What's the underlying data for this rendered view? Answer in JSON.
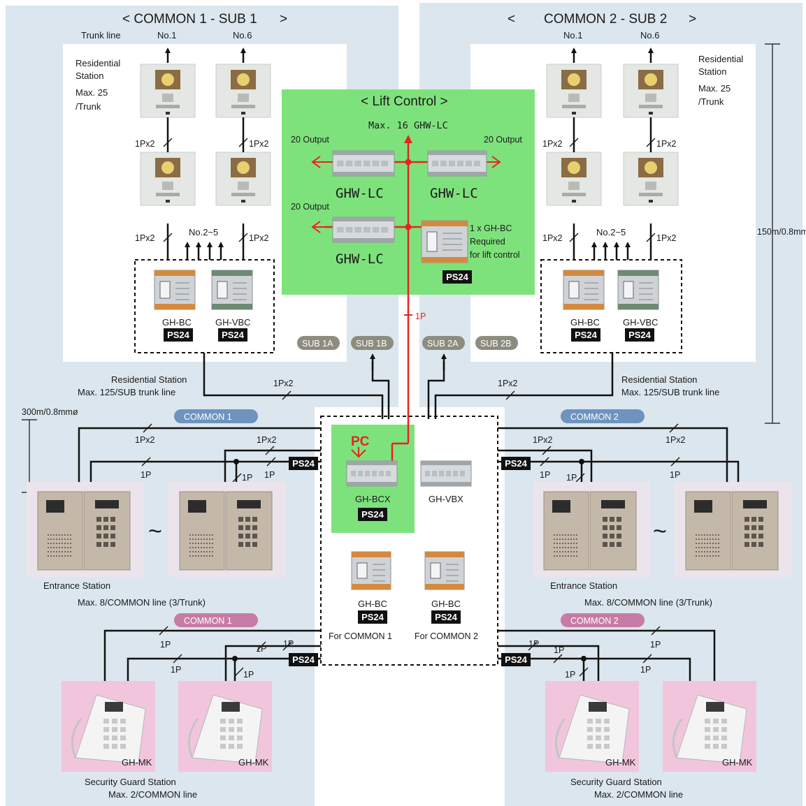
{
  "header": {
    "left_title": "< COMMON 1 - SUB 1",
    "left_title_arrow": ">",
    "right_title_arrow": "<",
    "right_title": "COMMON 2 - SUB 2",
    "right_title_arrow_end": ">"
  },
  "trunk": {
    "label": "Trunk line",
    "no1": "No.1",
    "no6": "No.6",
    "no2_5": "No.2~5"
  },
  "residential": {
    "title": "Residential",
    "title2": "Station",
    "max": "Max. 25",
    "per": "/Trunk",
    "max_sub": "Residential Station",
    "max_sub2": "Max. 125/SUB trunk line"
  },
  "wires": {
    "p1x2": "1Px2",
    "p1": "1P"
  },
  "lift": {
    "title": "< Lift Control >",
    "max": "Max. 16 GHW-LC",
    "output": "20 Output",
    "unit": "GHW-LC",
    "bc_note1": "1 x GH-BC",
    "bc_note2": "Required",
    "bc_note3": "for lift control",
    "link": "1P"
  },
  "devices": {
    "gh_bc": "GH-BC",
    "gh_vbc": "GH-VBC",
    "gh_bcx": "GH-BCX",
    "gh_vbx": "GH-VBX",
    "gh_mk": "GH-MK",
    "ps24": "PS24",
    "pc": "PC",
    "for_common1": "For COMMON 1",
    "for_common2": "For COMMON 2"
  },
  "subs": [
    "SUB 1A",
    "SUB 1B",
    "SUB 2A",
    "SUB 2B"
  ],
  "commons": {
    "c1": "COMMON 1",
    "c2": "COMMON 2"
  },
  "distances": {
    "left": "300m/0.8mmø",
    "right": "150m/0.8mm"
  },
  "entrance": {
    "label": "Entrance Station",
    "max": "Max. 8/COMMON line (3/Trunk)",
    "tilde": "~"
  },
  "guard": {
    "label": "Security Guard Station",
    "max": "Max. 2/COMMON line"
  },
  "colors": {
    "panel_bg": "#dbe6ee",
    "lift_green": "#7ee27c",
    "wire_red": "#e8231f",
    "pill_grey": "#8c8c7f",
    "pill_blue": "#6f93bf",
    "pill_pink": "#c77ca5",
    "guard_pink": "#f1c6dd",
    "entrance_bg": "#ece4ec"
  }
}
